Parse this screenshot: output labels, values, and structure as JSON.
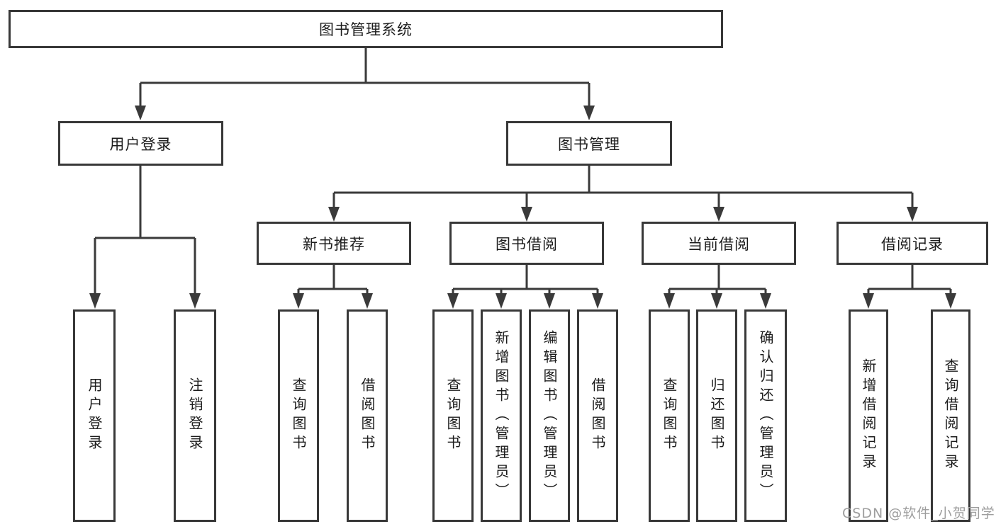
{
  "diagram": {
    "title": "图书管理系统",
    "tree": {
      "root": "图书管理系统",
      "branches": [
        {
          "label": "用户登录",
          "children": [
            "用户登录",
            "注销登录"
          ]
        },
        {
          "label": "图书管理",
          "groups": [
            {
              "label": "新书推荐",
              "children": [
                "查询图书",
                "借阅图书"
              ]
            },
            {
              "label": "图书借阅",
              "children": [
                "查询图书",
                "新增图书（管理员）",
                "编辑图书（管理员）",
                "借阅图书"
              ]
            },
            {
              "label": "当前借阅",
              "children": [
                "查询图书",
                "归还图书",
                "确认归还（管理员）"
              ]
            },
            {
              "label": "借阅记录",
              "children": [
                "新增借阅记录",
                "查询借阅记录"
              ]
            }
          ]
        }
      ]
    },
    "watermark": "CSDN @软件_小贺同学",
    "colors": {
      "line": "#3a3a3a",
      "box_border": "#383838",
      "box_fill": "#ffffff",
      "text": "#1c1c1c",
      "watermark": "#9e9e9e"
    }
  }
}
